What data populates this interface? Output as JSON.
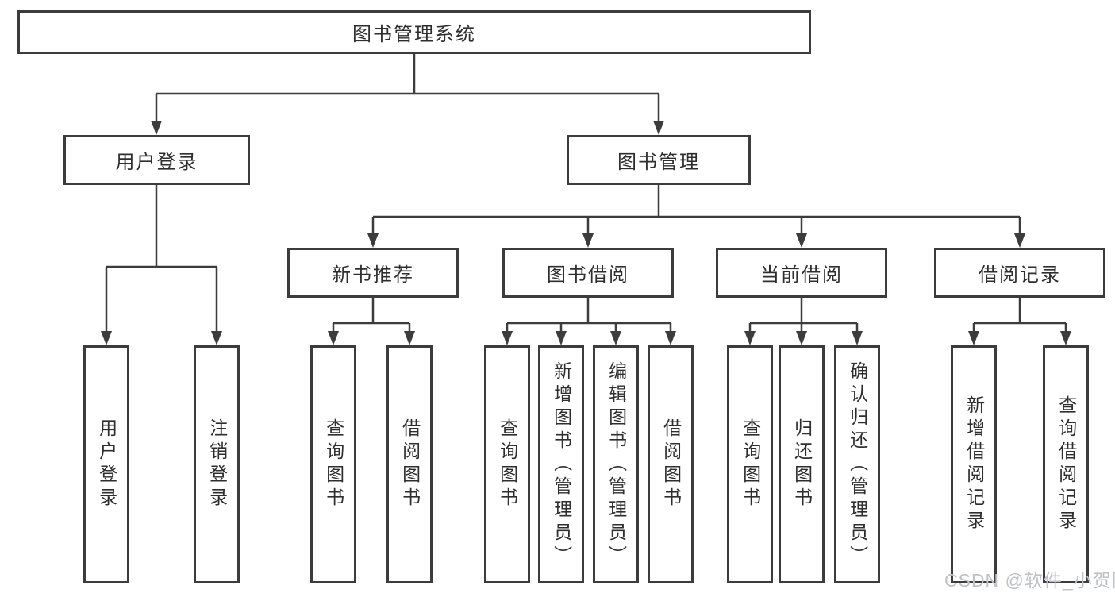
{
  "nodes": {
    "root": "图书管理系统",
    "level2": [
      "用户登录",
      "图书管理"
    ],
    "level3": [
      "新书推荐",
      "图书借阅",
      "当前借阅",
      "借阅记录"
    ],
    "leaves": [
      "用户登录",
      "注销登录",
      "查询图书",
      "借阅图书",
      "查询图书",
      "新增图书（管理员）",
      "编辑图书（管理员）",
      "借阅图书",
      "查询图书",
      "归还图书",
      "确认归还（管理员）",
      "新增借阅记录",
      "查询借阅记录"
    ]
  },
  "watermark": "CSDN @软件_小贺同学",
  "colors": {
    "background": "#ffffff",
    "box_border": "#3c3c3c",
    "connector_line": "#3c3c3c",
    "text": "#2e2e2e",
    "watermark_text": "#bdc1c8"
  }
}
